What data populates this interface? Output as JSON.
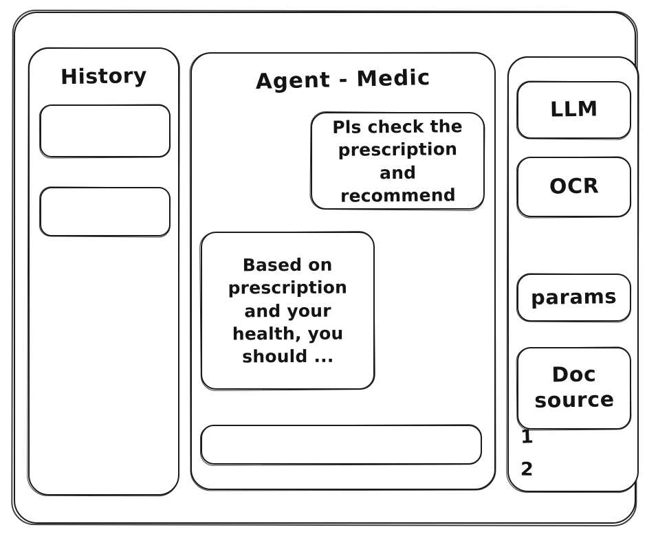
{
  "app": {
    "frame_label": "app-window",
    "background_color": "#ffffff",
    "stroke_color": "#1b1b1b",
    "style": "hand-drawn-wireframe"
  },
  "sidebar": {
    "title": "History",
    "items": [
      {
        "label": ""
      },
      {
        "label": ""
      }
    ]
  },
  "chat": {
    "title": "Agent - Medic",
    "messages": [
      {
        "role": "user",
        "text": "Pls check the prescription and recommend"
      },
      {
        "role": "agent",
        "text": "Based on prescription and your health, you should ..."
      }
    ],
    "composer": {
      "value": "",
      "placeholder": ""
    }
  },
  "tools": {
    "buttons": [
      {
        "label": "LLM"
      },
      {
        "label": "OCR"
      },
      {
        "label": "params"
      },
      {
        "label": "Doc\nsource"
      }
    ],
    "source_refs": [
      {
        "label": "1"
      },
      {
        "label": "2"
      }
    ]
  }
}
